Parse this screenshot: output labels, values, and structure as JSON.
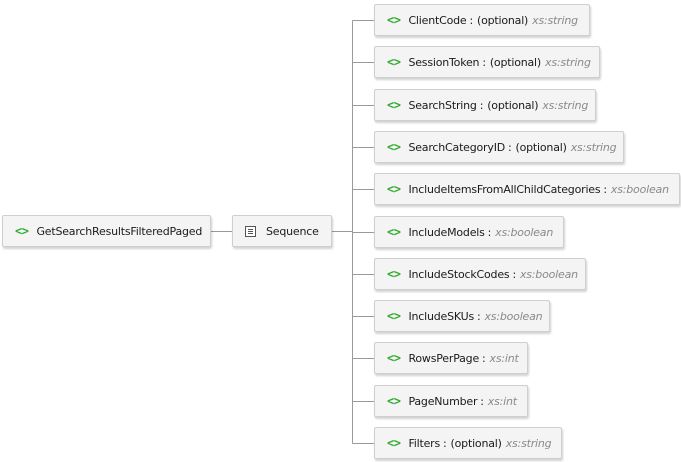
{
  "root": {
    "name": "GetSearchResultsFilteredPaged",
    "icon": "element-icon"
  },
  "sequence": {
    "label": "Sequence",
    "icon": "sequence-icon"
  },
  "children": [
    {
      "name": "ClientCode",
      "optional": "(optional)",
      "type": "xs:string"
    },
    {
      "name": "SessionToken",
      "optional": "(optional)",
      "type": "xs:string"
    },
    {
      "name": "SearchString",
      "optional": "(optional)",
      "type": "xs:string"
    },
    {
      "name": "SearchCategoryID",
      "optional": "(optional)",
      "type": "xs:string"
    },
    {
      "name": "IncludeItemsFromAllChildCategories",
      "type": "xs:boolean"
    },
    {
      "name": "IncludeModels",
      "type": "xs:boolean"
    },
    {
      "name": "IncludeStockCodes",
      "type": "xs:boolean"
    },
    {
      "name": "IncludeSKUs",
      "type": "xs:boolean"
    },
    {
      "name": "RowsPerPage",
      "type": "xs:int"
    },
    {
      "name": "PageNumber",
      "type": "xs:int"
    },
    {
      "name": "Filters",
      "optional": "(optional)",
      "type": "xs:string"
    }
  ],
  "colors": {
    "element_icon": "#2eaa2e",
    "node_background": "#f4f4f4",
    "node_border": "#cfcfcf",
    "connector": "#9a9a9a",
    "type_text": "#8a8a8a"
  },
  "separator": ":",
  "element_glyph": "<>"
}
